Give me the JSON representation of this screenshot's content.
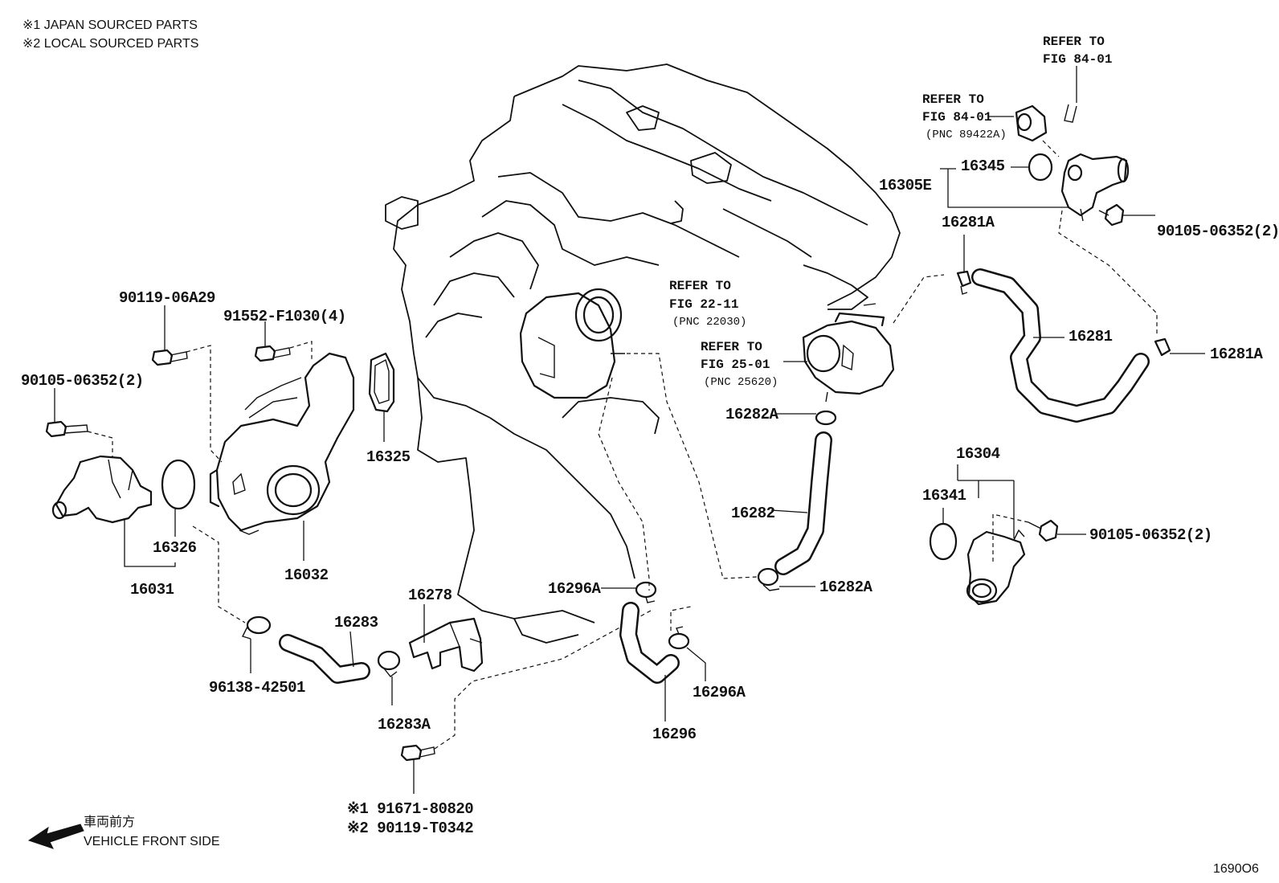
{
  "notes": {
    "note1": "※1 JAPAN SOURCED PARTS",
    "note2": "※2 LOCAL SOURCED PARTS"
  },
  "direction": {
    "japanese": "車両前方",
    "english": "VEHICLE FRONT SIDE"
  },
  "figure_code": "1690O6",
  "references": {
    "top_refer": "REFER TO",
    "top_fig": "FIG 84-01",
    "sensor_refer": "REFER TO",
    "sensor_fig": "FIG 84-01",
    "sensor_pnc": "(PNC 89422A)",
    "throttle_refer": "REFER TO",
    "throttle_fig": "FIG 22-11",
    "throttle_pnc": "(PNC 22030)",
    "egr_refer": "REFER TO",
    "egr_fig": "FIG 25-01",
    "egr_pnc": "(PNC 25620)"
  },
  "parts": {
    "p90119_06A29": "90119-06A29",
    "p91552_F1030": "91552-F1030(4)",
    "p90105_06352_left": "90105-06352(2)",
    "p16325": "16325",
    "p16326": "16326",
    "p16031": "16031",
    "p16032": "16032",
    "p16283": "16283",
    "p96138_42501": "96138-42501",
    "p16278": "16278",
    "p16283A": "16283A",
    "p16296A_top": "16296A",
    "p16296A_bottom": "16296A",
    "p16296": "16296",
    "p91671_80820": "※1 91671-80820",
    "p90119_T0342": "※2 90119-T0342",
    "p16282A_top": "16282A",
    "p16282": "16282",
    "p16282A_bottom": "16282A",
    "p16345": "16345",
    "p16305E": "16305E",
    "p16281A_top": "16281A",
    "p90105_06352_upper_right": "90105-06352(2)",
    "p16281": "16281",
    "p16281A_right": "16281A",
    "p16304": "16304",
    "p16341": "16341",
    "p90105_06352_lower_right": "90105-06352(2)"
  }
}
